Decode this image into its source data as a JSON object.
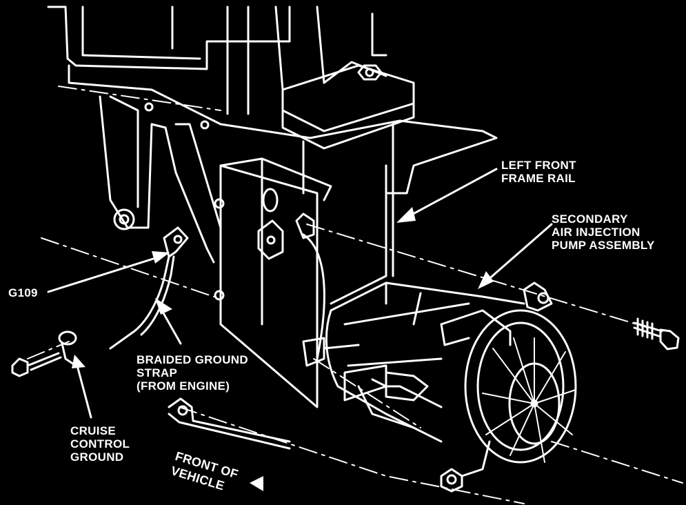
{
  "labels": {
    "left_front_frame_rail": [
      "LEFT FRONT",
      "FRAME RAIL"
    ],
    "secondary_air_pump": [
      "SECONDARY",
      "AIR INJECTION",
      "PUMP ASSEMBLY"
    ],
    "g109": "G109",
    "braided_ground_strap": [
      "BRAIDED GROUND",
      "STRAP",
      "(FROM ENGINE)"
    ],
    "cruise_control_ground": [
      "CRUISE",
      "CONTROL",
      "GROUND"
    ],
    "front_of_vehicle": [
      "FRONT OF",
      "VEHICLE"
    ]
  },
  "colors": {
    "background": "#000000",
    "line": "#ffffff"
  }
}
